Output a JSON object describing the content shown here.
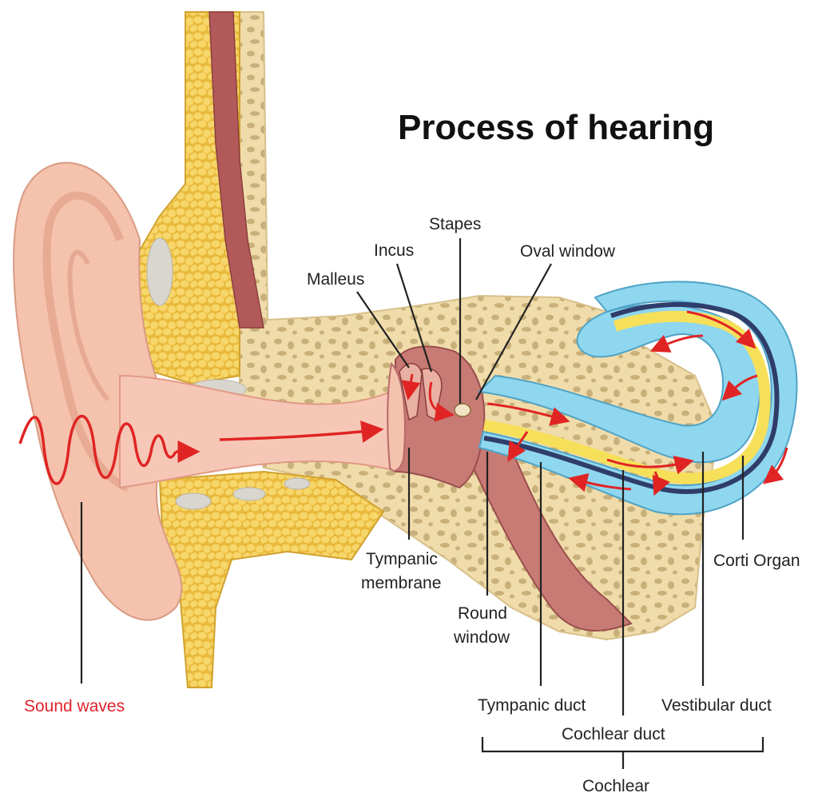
{
  "title": "Process of hearing",
  "colors": {
    "skin": "#f4c2ad",
    "skin_shadow": "#e3a088",
    "fat": "#f2cc5a",
    "bone": "#f0dcaa",
    "bone_pores": "#c9b07a",
    "canal": "#f6c7b6",
    "ossicle": "#b66a6a",
    "muscle": "#a85a5a",
    "cochlea_outer": "#8fd6ef",
    "cochlea_yellow": "#f6e05a",
    "cochlea_dark": "#2f3d6b",
    "arrows": "#e02424",
    "sound_label": "#e0242b",
    "text": "#222222"
  },
  "labels": {
    "sound_waves": "Sound waves",
    "malleus": "Malleus",
    "incus": "Incus",
    "stapes": "Stapes",
    "oval_window": "Oval window",
    "tympanic_membrane_line1": "Tympanic",
    "tympanic_membrane_line2": "membrane",
    "round_window_line1": "Round",
    "round_window_line2": "window",
    "tympanic_duct": "Tympanic duct",
    "cochlear_duct": "Cochlear duct",
    "vestibular_duct": "Vestibular duct",
    "corti_organ": "Corti Organ",
    "cochlear": "Cochlear"
  }
}
